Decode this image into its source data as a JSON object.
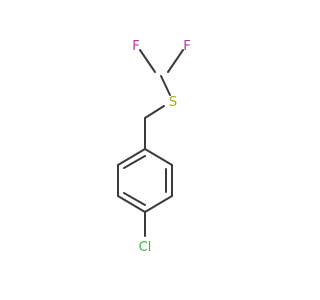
{
  "molecule": {
    "atoms": {
      "f_left": {
        "label": "F",
        "color": "#b0389a"
      },
      "f_right": {
        "label": "F",
        "color": "#b0389a"
      },
      "sulfur": {
        "label": "S",
        "color": "#a8a820"
      },
      "chlorine": {
        "label": "Cl",
        "color": "#3fb53f"
      }
    },
    "bond_color": "#3b3b3b"
  }
}
